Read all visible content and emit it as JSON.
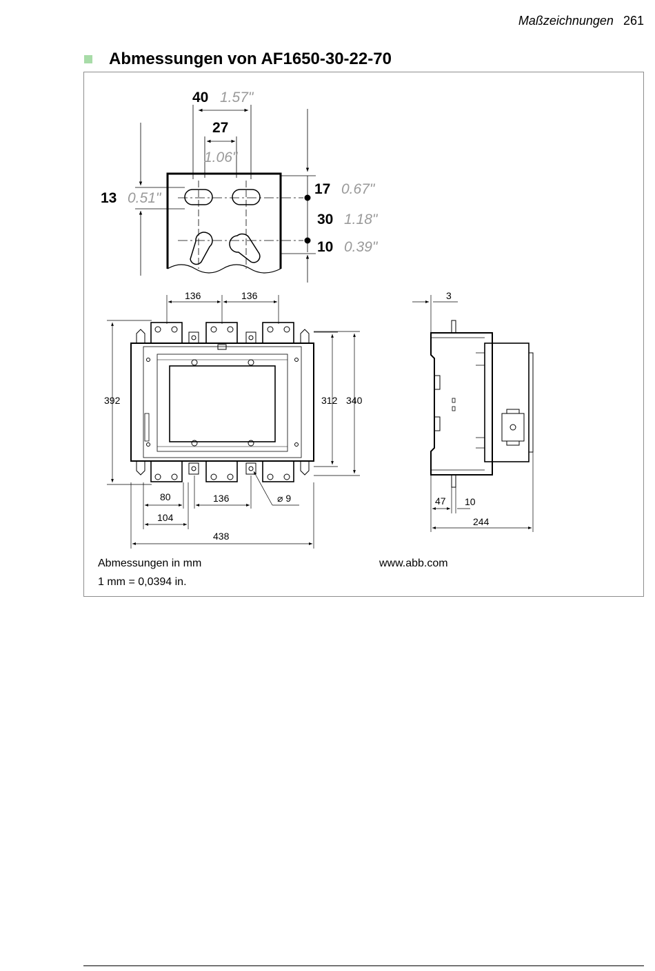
{
  "header": {
    "section": "Maßzeichnungen",
    "page": "261"
  },
  "title": "Abmessungen von AF1650-30-22-70",
  "detail": {
    "w40": "40",
    "w40_in": "1.57\"",
    "w27": "27",
    "w27_in": "1.06\"",
    "h13": "13",
    "h13_in": "0.51\"",
    "h17": "17",
    "h17_in": "0.67\"",
    "h30": "30",
    "h30_in": "1.18\"",
    "h10": "10",
    "h10_in": "0.39\""
  },
  "front": {
    "top_left": "136",
    "top_right": "136",
    "h392": "392",
    "h312": "312",
    "h340": "340",
    "b80": "80",
    "b104": "104",
    "b136": "136",
    "hole": "⌀ 9",
    "w438": "438"
  },
  "side": {
    "t3": "3",
    "b47": "47",
    "b10": "10",
    "w244": "244"
  },
  "captions": {
    "units": "Abmessungen in mm",
    "conversion": "1 mm = 0,0394 in.",
    "url": "www.abb.com"
  }
}
